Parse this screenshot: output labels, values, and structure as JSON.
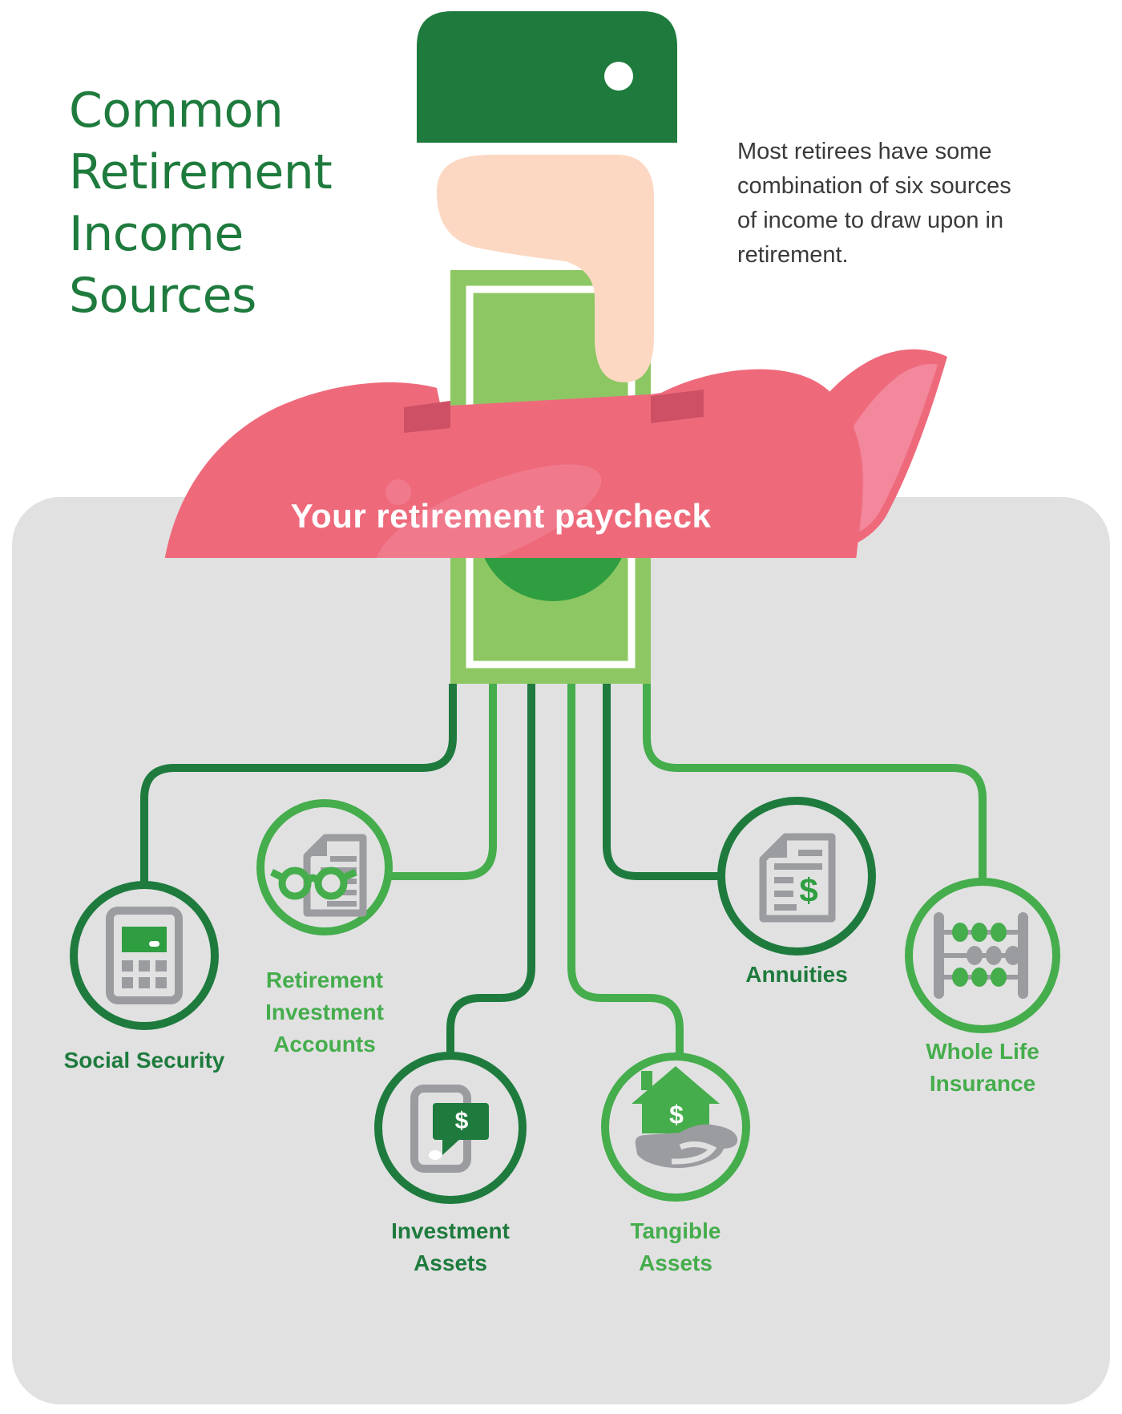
{
  "title": "Common Retirement Income Sources",
  "intro": "Most retirees have some combination of six sources of income to draw upon in retirement.",
  "banner": "Your retirement paycheck",
  "dollar": "$",
  "sources": [
    {
      "label": "Social Security",
      "icon": "calculator-icon",
      "theme": "dark"
    },
    {
      "label": "Retirement Investment Accounts",
      "icon": "document-glasses-icon",
      "theme": "light"
    },
    {
      "label": "Investment Assets",
      "icon": "phone-dollar-icon",
      "theme": "dark"
    },
    {
      "label": "Tangible Assets",
      "icon": "house-in-hand-icon",
      "theme": "light"
    },
    {
      "label": "Annuities",
      "icon": "document-dollar-icon",
      "theme": "dark"
    },
    {
      "label": "Whole Life Insurance",
      "icon": "abacus-icon",
      "theme": "light"
    }
  ],
  "colors": {
    "dark_green": "#1e7b3d",
    "light_green": "#45ad4c",
    "mid_green": "#2f9e41",
    "bill_green": "#8dc763",
    "pig_pink": "#ee6a7b",
    "pig_dark": "#ce5065",
    "pig_light": "#f3879b",
    "skin": "#fcd8c3",
    "icon_gray": "#9b9ca0",
    "panel_gray": "#e1e1e2",
    "text_dark": "#3a3a3a",
    "white": "#ffffff"
  }
}
